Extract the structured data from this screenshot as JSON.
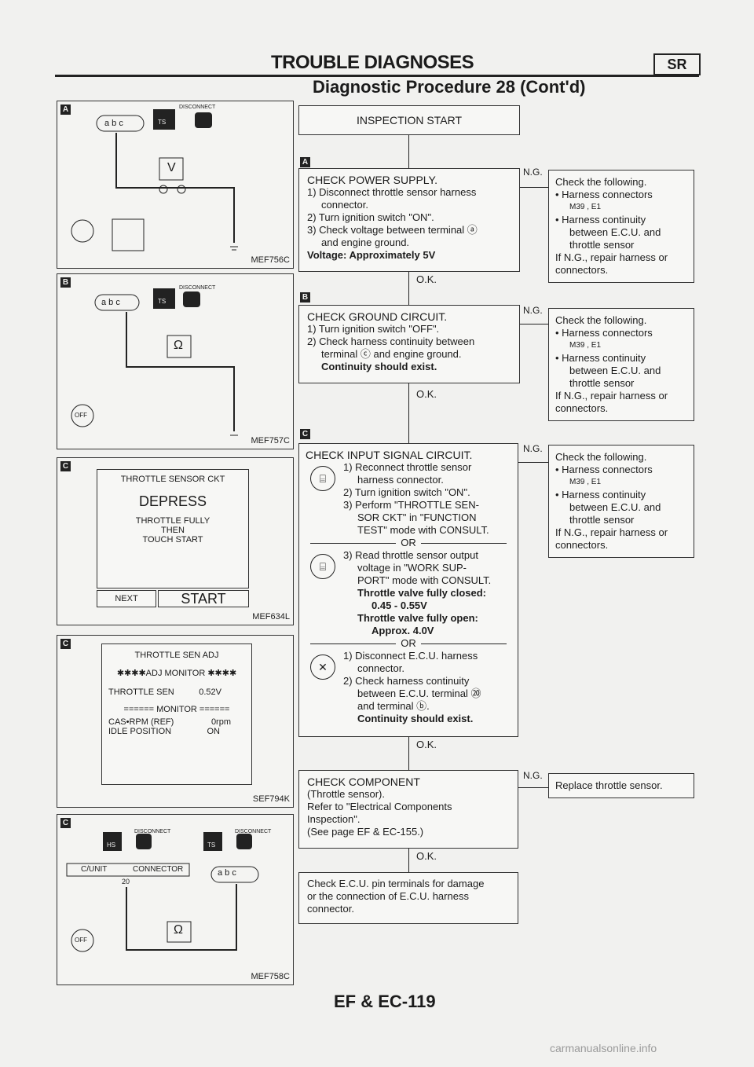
{
  "header": {
    "title": "TROUBLE DIAGNOSES",
    "section": "SR",
    "subtitle": "Diagnostic Procedure 28 (Cont'd)"
  },
  "panels": {
    "a": {
      "tag": "A",
      "code": "MEF756C",
      "disconnect": "DISCONNECT",
      "terms": "a b c",
      "meter": "V",
      "ts": "TS"
    },
    "b": {
      "tag": "B",
      "code": "MEF757C",
      "disconnect": "DISCONNECT",
      "terms": "a b c",
      "meter": "Ω",
      "ts": "TS",
      "off": "OFF"
    },
    "c1": {
      "tag": "C",
      "code": "MEF634L",
      "screen_title": "THROTTLE SENSOR CKT",
      "depress": "DEPRESS",
      "line1": "THROTTLE FULLY",
      "line2": "THEN",
      "line3": "TOUCH START",
      "next": "NEXT",
      "start": "START"
    },
    "c2": {
      "tag": "C",
      "code": "SEF794K",
      "screen_title": "THROTTLE SEN ADJ",
      "monitor_hdr": "✱✱✱✱ADJ MONITOR ✱✱✱✱",
      "sen_label": "THROTTLE SEN",
      "sen_value": "0.52V",
      "monitor2": "====== MONITOR ======",
      "rpm_label": "CAS•RPM (REF)",
      "rpm_value": "0rpm",
      "idle_label": "IDLE POSITION",
      "idle_value": "ON"
    },
    "c3": {
      "tag": "C",
      "code": "MEF758C",
      "disconnect": "DISCONNECT",
      "cunit": "C/UNIT",
      "connector": "CONNECTOR",
      "pin": "20",
      "hs": "HS",
      "ts": "TS",
      "terms": "a b c",
      "meter": "Ω",
      "off": "OFF"
    }
  },
  "flow": {
    "start": "INSPECTION START",
    "step_a": {
      "tag": "A",
      "title": "CHECK POWER SUPPLY.",
      "l1": "1) Disconnect throttle sensor harness",
      "l2": "connector.",
      "l3": "2) Turn ignition switch \"ON\".",
      "l4": "3) Check voltage between terminal ⓐ",
      "l5": "and engine ground.",
      "l6": "Voltage: Approximately 5V"
    },
    "step_b": {
      "tag": "B",
      "title": "CHECK GROUND CIRCUIT.",
      "l1": "1) Turn ignition switch \"OFF\".",
      "l2": "2) Check harness continuity between",
      "l3": "terminal ⓒ and engine ground.",
      "l4": "Continuity should exist."
    },
    "step_c": {
      "tag": "C",
      "title": "CHECK INPUT SIGNAL CIRCUIT.",
      "l1": "1) Reconnect throttle sensor",
      "l2": "harness connector.",
      "l3": "2) Turn ignition switch \"ON\".",
      "l4": "3) Perform \"THROTTLE SEN-",
      "l5": "SOR CKT\" in \"FUNCTION",
      "l6": "TEST\" mode with CONSULT.",
      "or1": "OR",
      "m1": "3) Read throttle sensor output",
      "m2": "voltage in \"WORK SUP-",
      "m3": "PORT\" mode with CONSULT.",
      "m4": "Throttle valve fully closed:",
      "m5": "0.45 - 0.55V",
      "m6": "Throttle valve fully open:",
      "m7": "Approx. 4.0V",
      "or2": "OR",
      "n1": "1) Disconnect E.C.U. harness",
      "n2": "connector.",
      "n3": "2) Check harness continuity",
      "n4": "between E.C.U. terminal ⑳",
      "n5": "and terminal ⓑ.",
      "n6": "Continuity should exist."
    },
    "step_d": {
      "title": "CHECK COMPONENT",
      "l1": "(Throttle sensor).",
      "l2": "Refer to \"Electrical Components",
      "l3": "Inspection\".",
      "l4": "(See page EF & EC-155.)"
    },
    "step_e": {
      "l1": "Check E.C.U. pin terminals for damage",
      "l2": "or the connection of E.C.U. harness",
      "l3": "connector."
    },
    "ok": "O.K.",
    "ng": "N.G.",
    "check_box": {
      "l1": "Check the following.",
      "l2": "• Harness connectors",
      "l3": "M39 , E1",
      "l4": "• Harness continuity",
      "l5": "between E.C.U. and",
      "l6": "throttle sensor",
      "l7": "If N.G., repair harness or",
      "l8": "connectors."
    },
    "replace": "Replace throttle sensor."
  },
  "footer": {
    "page": "EF & EC-119",
    "watermark": "carmanualsonline.info"
  }
}
